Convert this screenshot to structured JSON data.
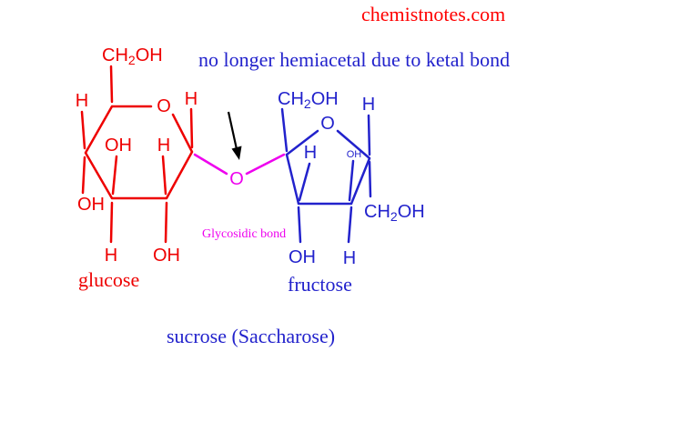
{
  "watermark": "chemistnotes.com",
  "heading": "no longer hemiacetal due to ketal bond",
  "glycosidic": {
    "label": "Glycosidic bond",
    "oxygen": "O"
  },
  "atoms": {
    "hydrogen": "H",
    "oxygen": "O",
    "hydroxyl": "OH",
    "ch": "CH",
    "two": "2",
    "oh_tail": "OH"
  },
  "molecules": {
    "glucose": "glucose",
    "fructose": "fructose",
    "sucrose": "sucrose (Saccharose)"
  },
  "colors": {
    "glucose": "#ee0000",
    "fructose": "#2222cc",
    "glycosidic": "#ee00ee",
    "heading": "#2222cc",
    "watermark": "#ff0000",
    "arrow": "#000000"
  }
}
